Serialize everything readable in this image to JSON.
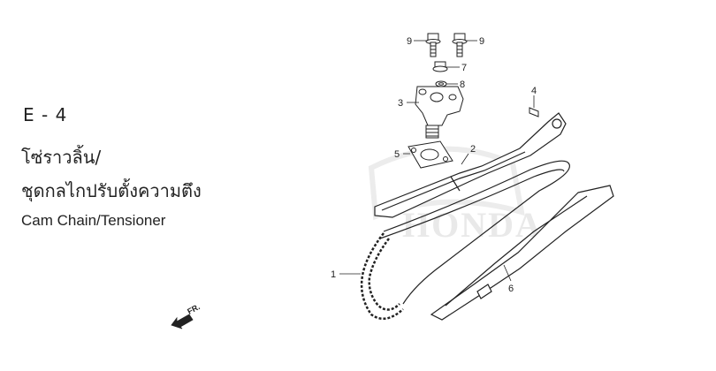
{
  "section": {
    "code": "E - 4",
    "title_th_line1": "โซ่ราวลิ้น/",
    "title_th_line2": "ชุดกลไกปรับตั้งความตึง",
    "title_en": "Cam Chain/Tensioner"
  },
  "parts": [
    {
      "id": "part-1",
      "ref": "1"
    },
    {
      "id": "part-2",
      "ref": "2"
    },
    {
      "id": "part-3",
      "ref": "3"
    },
    {
      "id": "part-4",
      "ref": "4"
    },
    {
      "id": "part-5",
      "ref": "5"
    },
    {
      "id": "part-6",
      "ref": "6"
    },
    {
      "id": "part-7",
      "ref": "7"
    },
    {
      "id": "part-8",
      "ref": "8"
    },
    {
      "id": "part-9a",
      "ref": "9"
    },
    {
      "id": "part-9b",
      "ref": "9"
    }
  ],
  "direction_marker": "FR.",
  "watermark": "HONDA"
}
